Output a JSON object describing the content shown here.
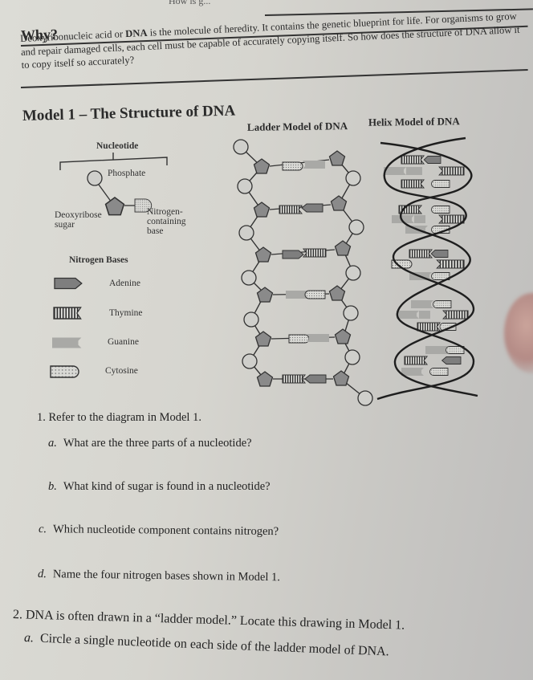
{
  "header": {
    "cut_off_text": "How is g...",
    "why_heading": "Why?",
    "intro_prefix": "Deoxyribonucleic acid or ",
    "intro_bold": "DNA",
    "intro_rest": " is the molecule of heredity. It contains the genetic blueprint for life. For organisms to grow and repair damaged cells, each cell must be capable of accurately copying itself. So how does the structure of DNA allow it to copy itself so accurately?"
  },
  "model": {
    "title": "Model 1 – The Structure of DNA",
    "nucleotide_diagram": {
      "heading": "Nucleotide",
      "phosphate": "Phosphate",
      "sugar_line1": "Deoxyribose",
      "sugar_line2": "sugar",
      "base_line1": "Nitrogen-",
      "base_line2": "containing",
      "base_line3": "base"
    },
    "legend": {
      "heading": "Nitrogen Bases",
      "items": [
        {
          "label": "Adenine",
          "icon": "adenine-arrow-shape"
        },
        {
          "label": "Thymine",
          "icon": "thymine-striped-notch-shape"
        },
        {
          "label": "Guanine",
          "icon": "guanine-grey-notch-shape"
        },
        {
          "label": "Cytosine",
          "icon": "cytosine-dotted-round-shape"
        }
      ]
    },
    "ladder_title": "Ladder Model of DNA",
    "helix_title": "Helix Model of DNA",
    "ladder_pairs": [
      "C-G",
      "T-A",
      "A-T",
      "G-C",
      "C-G",
      "T-A"
    ]
  },
  "questions": {
    "q1": {
      "number": "1.",
      "text": "Refer to the diagram in Model 1.",
      "parts": [
        {
          "letter": "a.",
          "text": "What are the three parts of a nucleotide?"
        },
        {
          "letter": "b.",
          "text": "What kind of sugar is found in a nucleotide?"
        },
        {
          "letter": "c.",
          "text": "Which nucleotide component contains nitrogen?"
        },
        {
          "letter": "d.",
          "text": "Name the four nitrogen bases shown in Model 1."
        }
      ]
    },
    "q2": {
      "number": "2.",
      "text": "DNA is often drawn in a “ladder model.” Locate this drawing in Model 1.",
      "parts": [
        {
          "letter": "a.",
          "text": "Circle a single nucleotide on each side of the ladder model of DNA."
        }
      ]
    }
  }
}
